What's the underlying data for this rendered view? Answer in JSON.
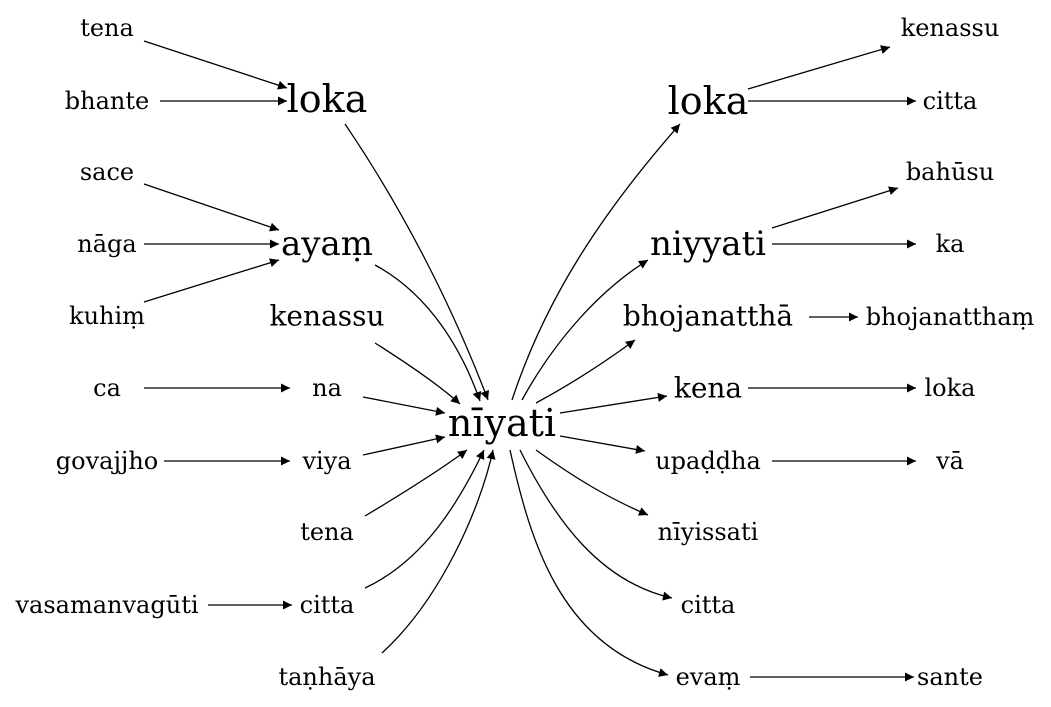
{
  "diagram": {
    "center": "nīyati",
    "left_inner": [
      "loka",
      "ayaṃ",
      "kenassu",
      "na",
      "viya",
      "tena",
      "citta",
      "taṇhāya"
    ],
    "left_outer": [
      "tena",
      "bhante",
      "sace",
      "nāga",
      "kuhiṃ",
      "ca",
      "govajjho",
      "vasamanvagūti"
    ],
    "right_inner": [
      "loka",
      "niyyati",
      "bhojanatthā",
      "kena",
      "upaḍḍha",
      "nīyissati",
      "citta",
      "evaṃ"
    ],
    "right_outer": [
      "kenassu",
      "citta",
      "bahūsu",
      "ka",
      "bhojanatthaṃ",
      "loka",
      "vā",
      "sante"
    ]
  },
  "colors": {
    "ink": "#000000",
    "background": "#ffffff"
  }
}
